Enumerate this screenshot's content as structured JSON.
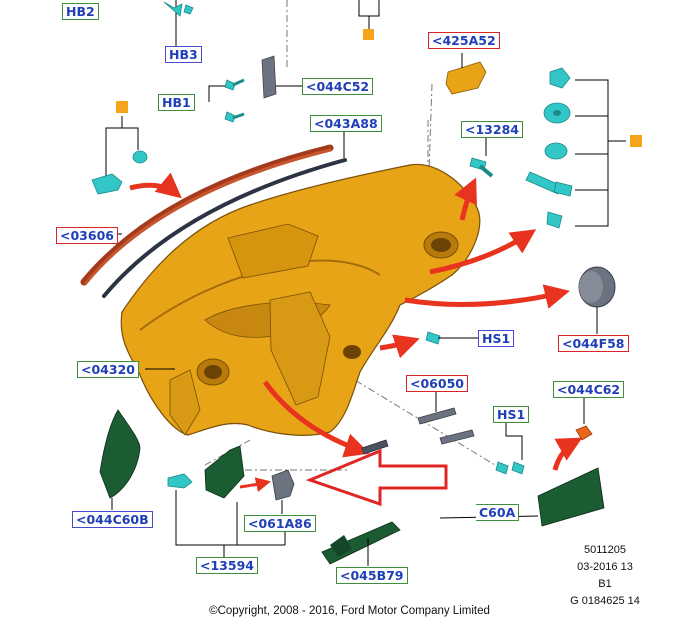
{
  "labels": {
    "hb2": "HB2",
    "hb3": "HB3",
    "hb1": "HB1",
    "p425a52": "<425A52",
    "p044c52": "<044C52",
    "p043a88": "<043A88",
    "p13284": "<13284",
    "p03606": "<03606",
    "p044f58": "<044F58",
    "hs1_top": "HS1",
    "p04320": "<04320",
    "p06050": "<06050",
    "p044c62": "<044C62",
    "hs1_bottom": "HS1",
    "p044c60b": "<044C60B",
    "p061a86": "<061A86",
    "c60a": "C60A",
    "p13594": "<13594",
    "p045b79": "<045B79"
  },
  "meta": {
    "line1": "5011205",
    "line2": "03-2016 13",
    "line3": "B1",
    "line4": "G 0184625 14"
  },
  "copyright": "©Copyright, 2008 - 2016, Ford Motor Company Limited",
  "colors": {
    "panel": "#e8a417",
    "callout_arrow": "#e8331f",
    "large_arrow": "#e02525",
    "fastener": "#33c6c6",
    "gray_part": "#6c7380",
    "dark_green_part": "#1b5c32",
    "marker": "#f6a51a"
  }
}
